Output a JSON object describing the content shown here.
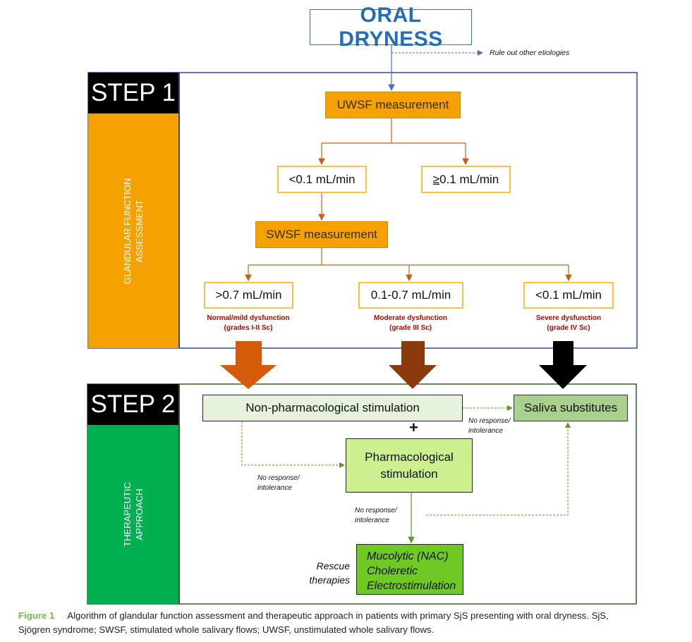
{
  "title": "ORAL DRYNESS",
  "rule_out": "Rule out other etiologies",
  "step1": {
    "label": "STEP 1",
    "side_line1": "GLANDULAR FUNCTION",
    "side_line2": "ASSESSMENT",
    "uwsf": "UWSF measurement",
    "uwsf_low": "<0.1 mL/min",
    "uwsf_high_sym": "≥",
    "uwsf_high_rest": "0.1 mL/min",
    "swsf": "SWSF measurement",
    "branches": [
      {
        "value": ">0.7 mL/min",
        "label1": "Normal/mild dysfunction",
        "label2": "(grades I-II Sc)",
        "arrow_color": "#d45b0a"
      },
      {
        "value": "0.1-0.7 mL/min",
        "label1": "Moderate dysfunction",
        "label2": "(grade III Sc)",
        "arrow_color": "#8b3a0e"
      },
      {
        "value": "<0.1 mL/min",
        "label1": "Severe dysfunction",
        "label2": "(grade IV Sc)",
        "arrow_color": "#000000"
      }
    ]
  },
  "step2": {
    "label": "STEP 2",
    "side_line1": "THERAPEUTIC",
    "side_line2": "APPROACH",
    "non_pharm": "Non-pharmacological stimulation",
    "plus": "+",
    "pharm_line1": "Pharmacological",
    "pharm_line2": "stimulation",
    "saliva": "Saliva substitutes",
    "no_response_1a": "No response/",
    "no_response_1b": "intolerance",
    "no_response_2a": "No response/",
    "no_response_2b": "intolerance",
    "no_response_3a": "No response/",
    "no_response_3b": "intolerance",
    "rescue_line1": "Rescue",
    "rescue_line2": "therapies",
    "rescue_items": [
      "Mucolytic (NAC)",
      "Choleretic",
      "Electrostimulation"
    ]
  },
  "caption": {
    "figure": "Figure 1",
    "line1": "Algorithm of glandular function assessment and therapeutic approach in patients with primary SjS presenting with oral dryness. SjS,",
    "line2": "Sjögren syndrome; SWSF, stimulated whole salivary flows; UWSF, unstimulated whole salivary flows."
  },
  "colors": {
    "step1_border": "#2f4f8f",
    "step2_border": "#3a5a2a",
    "orange": "#f5a200",
    "green": "#00b050",
    "connector_orange": "#c5601a",
    "connector_green": "#5b9a2a",
    "connector_blue": "#4472c4"
  }
}
